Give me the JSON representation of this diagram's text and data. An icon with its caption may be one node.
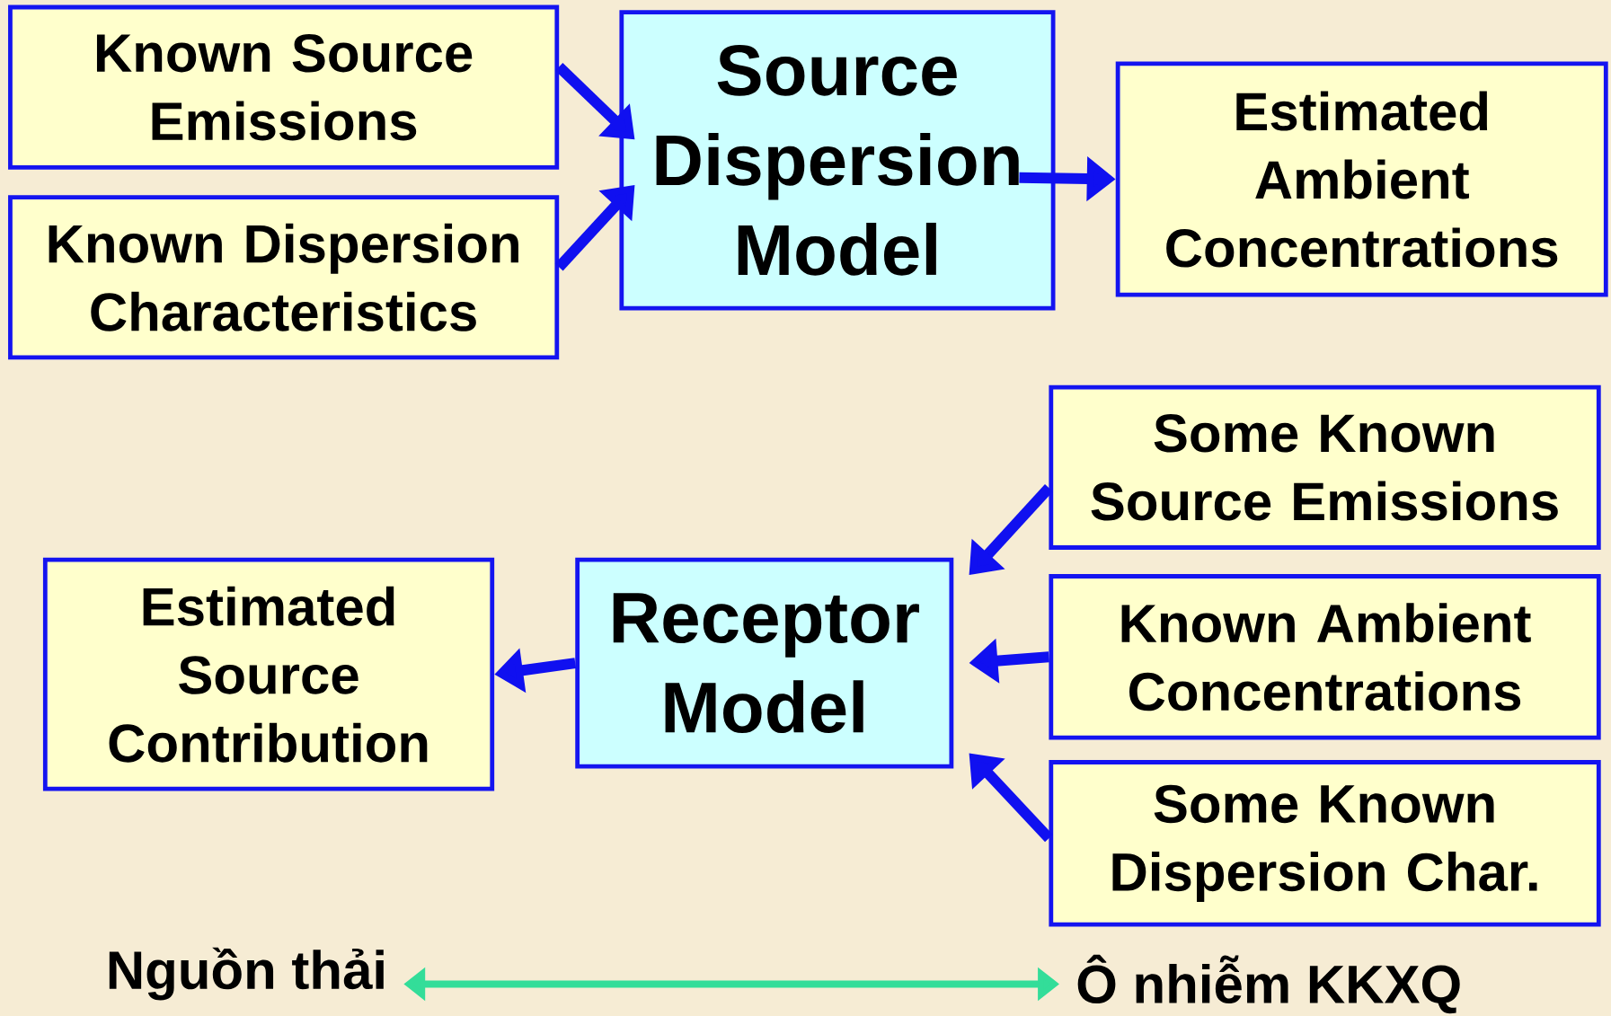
{
  "diagram": {
    "nodes": [
      {
        "text": [
          "Known Source Emissions"
        ]
      },
      {
        "text": [
          "Known Dispersion Characteristics"
        ]
      },
      {
        "text": [
          "Source Dispersion Model"
        ]
      },
      {
        "text": [
          "Estimated Ambient Concentrations"
        ]
      },
      {
        "text": [
          "Some Known Source Emissions"
        ]
      },
      {
        "text": [
          "Estimated Source Contribution"
        ]
      },
      {
        "text": [
          "Receptor Model"
        ]
      },
      {
        "text": [
          "Known Ambient Concentrations"
        ]
      },
      {
        "text": [
          "Some Known Dispersion Char."
        ]
      },
      {
        "text": [
          "Nguồn thải"
        ]
      },
      {
        "text": [
          "Ô nhiễm KKXQ"
        ]
      }
    ],
    "edges": [
      {
        "from": 0,
        "to": 2,
        "arrow": "to"
      },
      {
        "from": 1,
        "to": 2,
        "arrow": "to"
      },
      {
        "from": 2,
        "to": 3,
        "arrow": "to"
      },
      {
        "from": 4,
        "to": 6,
        "arrow": "to"
      },
      {
        "from": 7,
        "to": 6,
        "arrow": "to"
      },
      {
        "from": 8,
        "to": 6,
        "arrow": "to"
      },
      {
        "from": 6,
        "to": 5,
        "arrow": "to"
      },
      {
        "from": 9,
        "to": 10,
        "arrow": "both",
        "color": "#33dd99"
      }
    ]
  }
}
